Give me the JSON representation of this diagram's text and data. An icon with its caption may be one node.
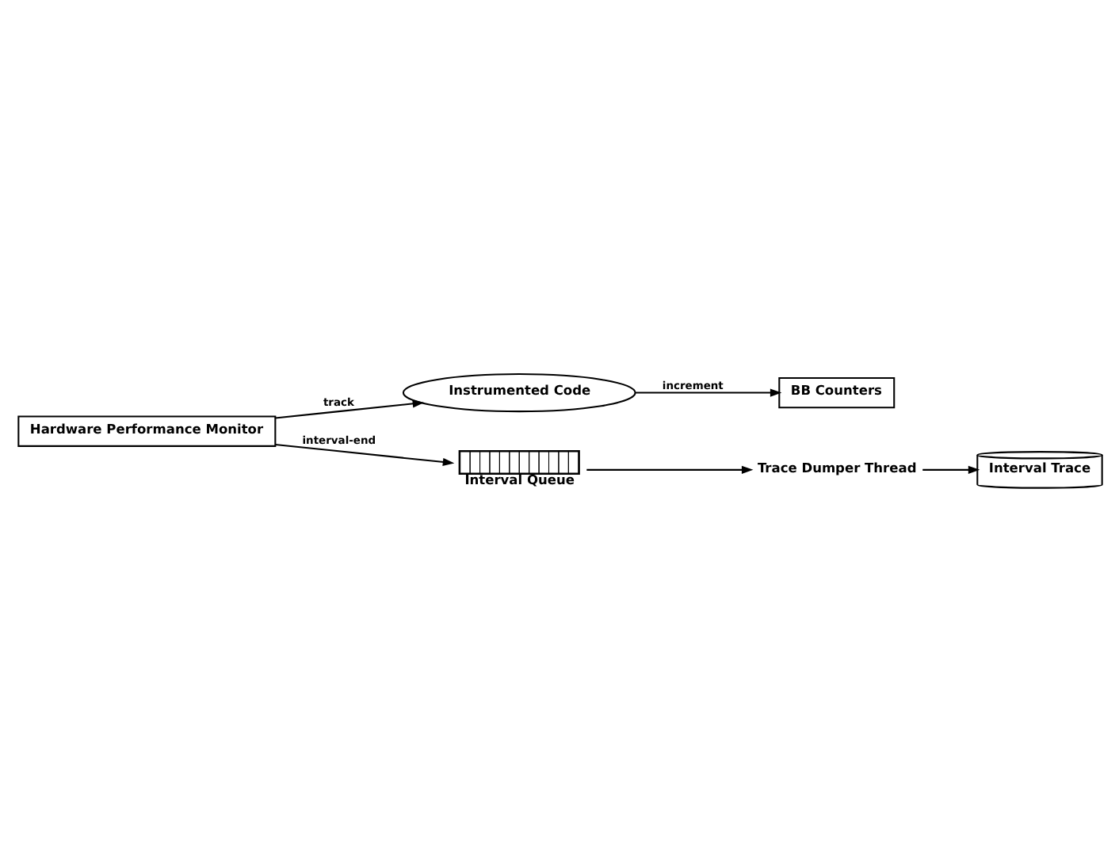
{
  "diagram": {
    "nodes": [
      {
        "text": [
          "BB Counters"
        ]
      },
      {
        "text": [
          "Instrumented Code"
        ]
      },
      {
        "text": [
          "Hardware Performance Monitor"
        ]
      },
      {
        "text": [
          "Interval Queue"
        ]
      },
      {
        "text": [
          "Trace Dumper Thread"
        ]
      },
      {
        "text": [
          "Interval Trace"
        ]
      }
    ],
    "edges": [
      {
        "from": 1,
        "to": 0,
        "arrow": "to",
        "label": "increment"
      },
      {
        "from": 2,
        "to": 1,
        "arrow": "to",
        "label": "track"
      },
      {
        "from": 2,
        "to": 3,
        "arrow": "to",
        "label": "interval-end"
      },
      {
        "from": 3,
        "to": 4,
        "arrow": "to"
      },
      {
        "from": 4,
        "to": 5,
        "arrow": "to"
      }
    ]
  }
}
